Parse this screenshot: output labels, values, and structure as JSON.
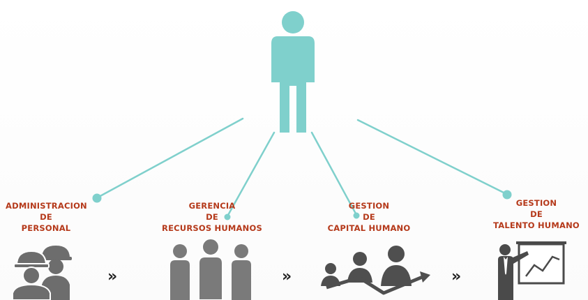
{
  "colors": {
    "accent_teal": "#7fd0cc",
    "label_red": "#b5391a",
    "icon_gray": "#6d6d6d",
    "chevron_dark": "#222222"
  },
  "central_figure": {
    "icon": "person-icon"
  },
  "stages": [
    {
      "lines": [
        "ADMINISTRACION",
        "DE",
        "PERSONAL"
      ],
      "icon": "workers-hardhat-icon"
    },
    {
      "lines": [
        "GERENCIA",
        "DE",
        "RECURSOS HUMANOS"
      ],
      "icon": "people-group-icon"
    },
    {
      "lines": [
        "GESTION",
        "DE",
        "CAPITAL HUMANO"
      ],
      "icon": "business-team-growth-icon"
    },
    {
      "lines": [
        "GESTION",
        "DE",
        "TALENTO HUMANO"
      ],
      "icon": "presenter-chart-icon"
    }
  ],
  "separators": [
    "»",
    "»",
    "»"
  ]
}
